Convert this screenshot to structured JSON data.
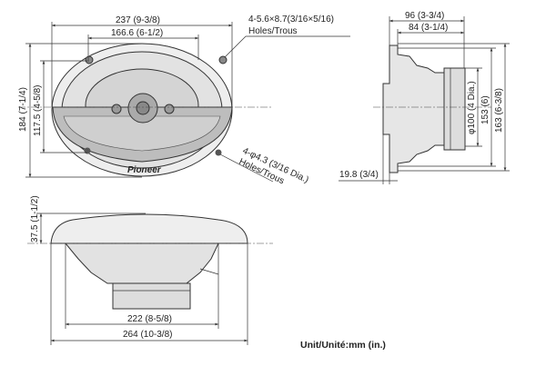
{
  "front_view": {
    "width_overall": "237 (9-3/8)",
    "width_holes": "166.6 (6-1/2)",
    "height_overall": "184 (7-1/4)",
    "height_holes": "117.5 (4-5/8)",
    "slot_holes_spec": "4-5.6×8.7(3/16×5/16)",
    "slot_holes_label": "Holes/Trous",
    "round_holes_spec": "4-φ4.3 (3/16 Dia.)",
    "round_holes_label": "Holes/Trous",
    "logo": "Pioneer"
  },
  "side_view": {
    "depth_overall": "96 (3-3/4)",
    "depth_mount": "84 (3-1/4)",
    "magnet_dia": "φ100 (4 Dia.)",
    "basket_dia": "153 (6)",
    "frame_height": "163 (6-3/8)",
    "front_protrusion": "19.8 (3/4)"
  },
  "bottom_view": {
    "height_protrusion": "37.5 (1-1/2)",
    "inner_width": "222 (8-5/8)",
    "outer_width": "264 (10-3/8)"
  },
  "unit_label": "Unit/Unité:mm (in.)"
}
